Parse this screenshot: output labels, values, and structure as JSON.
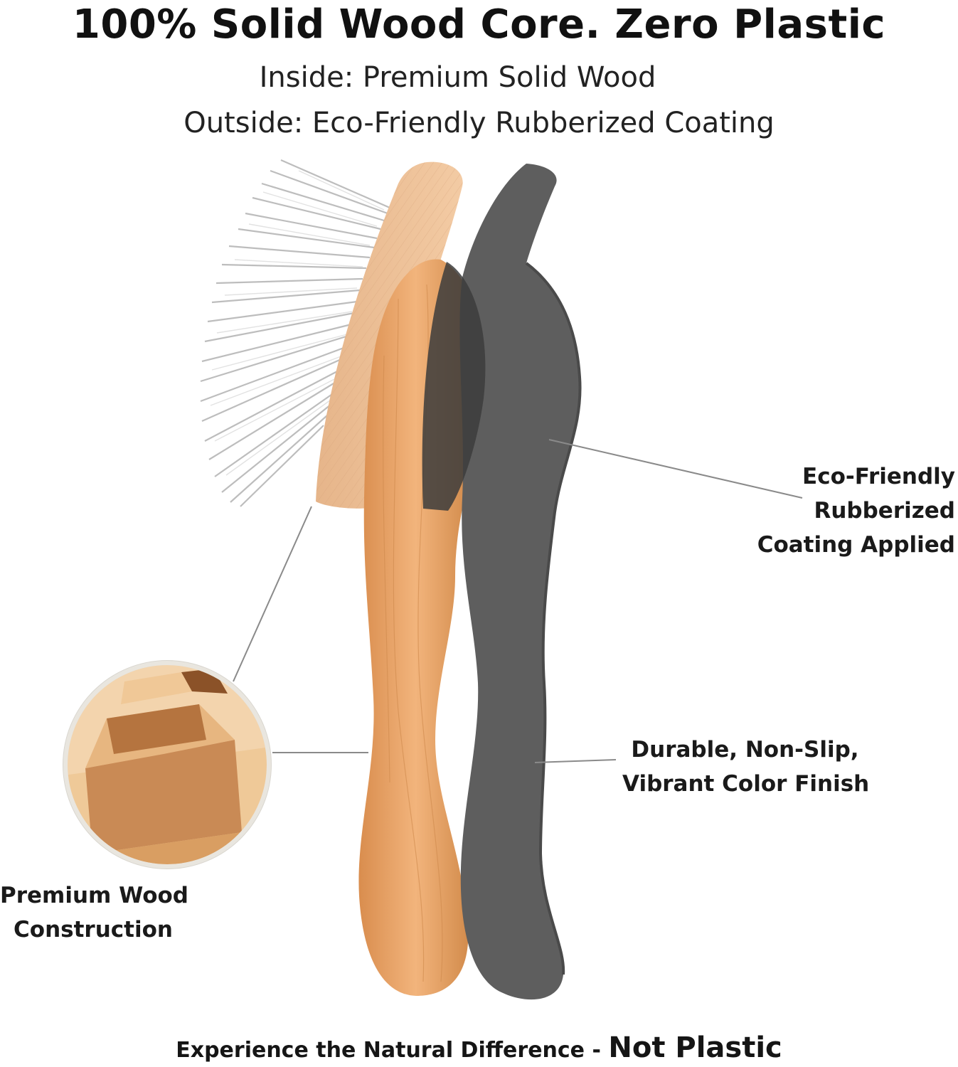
{
  "heading": {
    "title": "100% Solid Wood Core. Zero Plastic",
    "line1": "Inside: Premium Solid Wood",
    "line2": "Outside: Eco-Friendly Rubberized Coating"
  },
  "callouts": {
    "coating": [
      "Eco-Friendly",
      "Rubberized",
      "Coating Applied"
    ],
    "durable": [
      "Durable, Non-Slip,",
      "Vibrant Color Finish"
    ],
    "wood": [
      "Premium Wood",
      "Construction"
    ]
  },
  "footer": {
    "lead": "Experience the Natural Difference - ",
    "emphasis": "Not Plastic"
  },
  "colors": {
    "wood": "#e7a36a",
    "wood_dark": "#c9803f",
    "coating": "#5e5e5e",
    "coating_dark": "#4a4a4a",
    "bristles": "#c4c4c4"
  }
}
